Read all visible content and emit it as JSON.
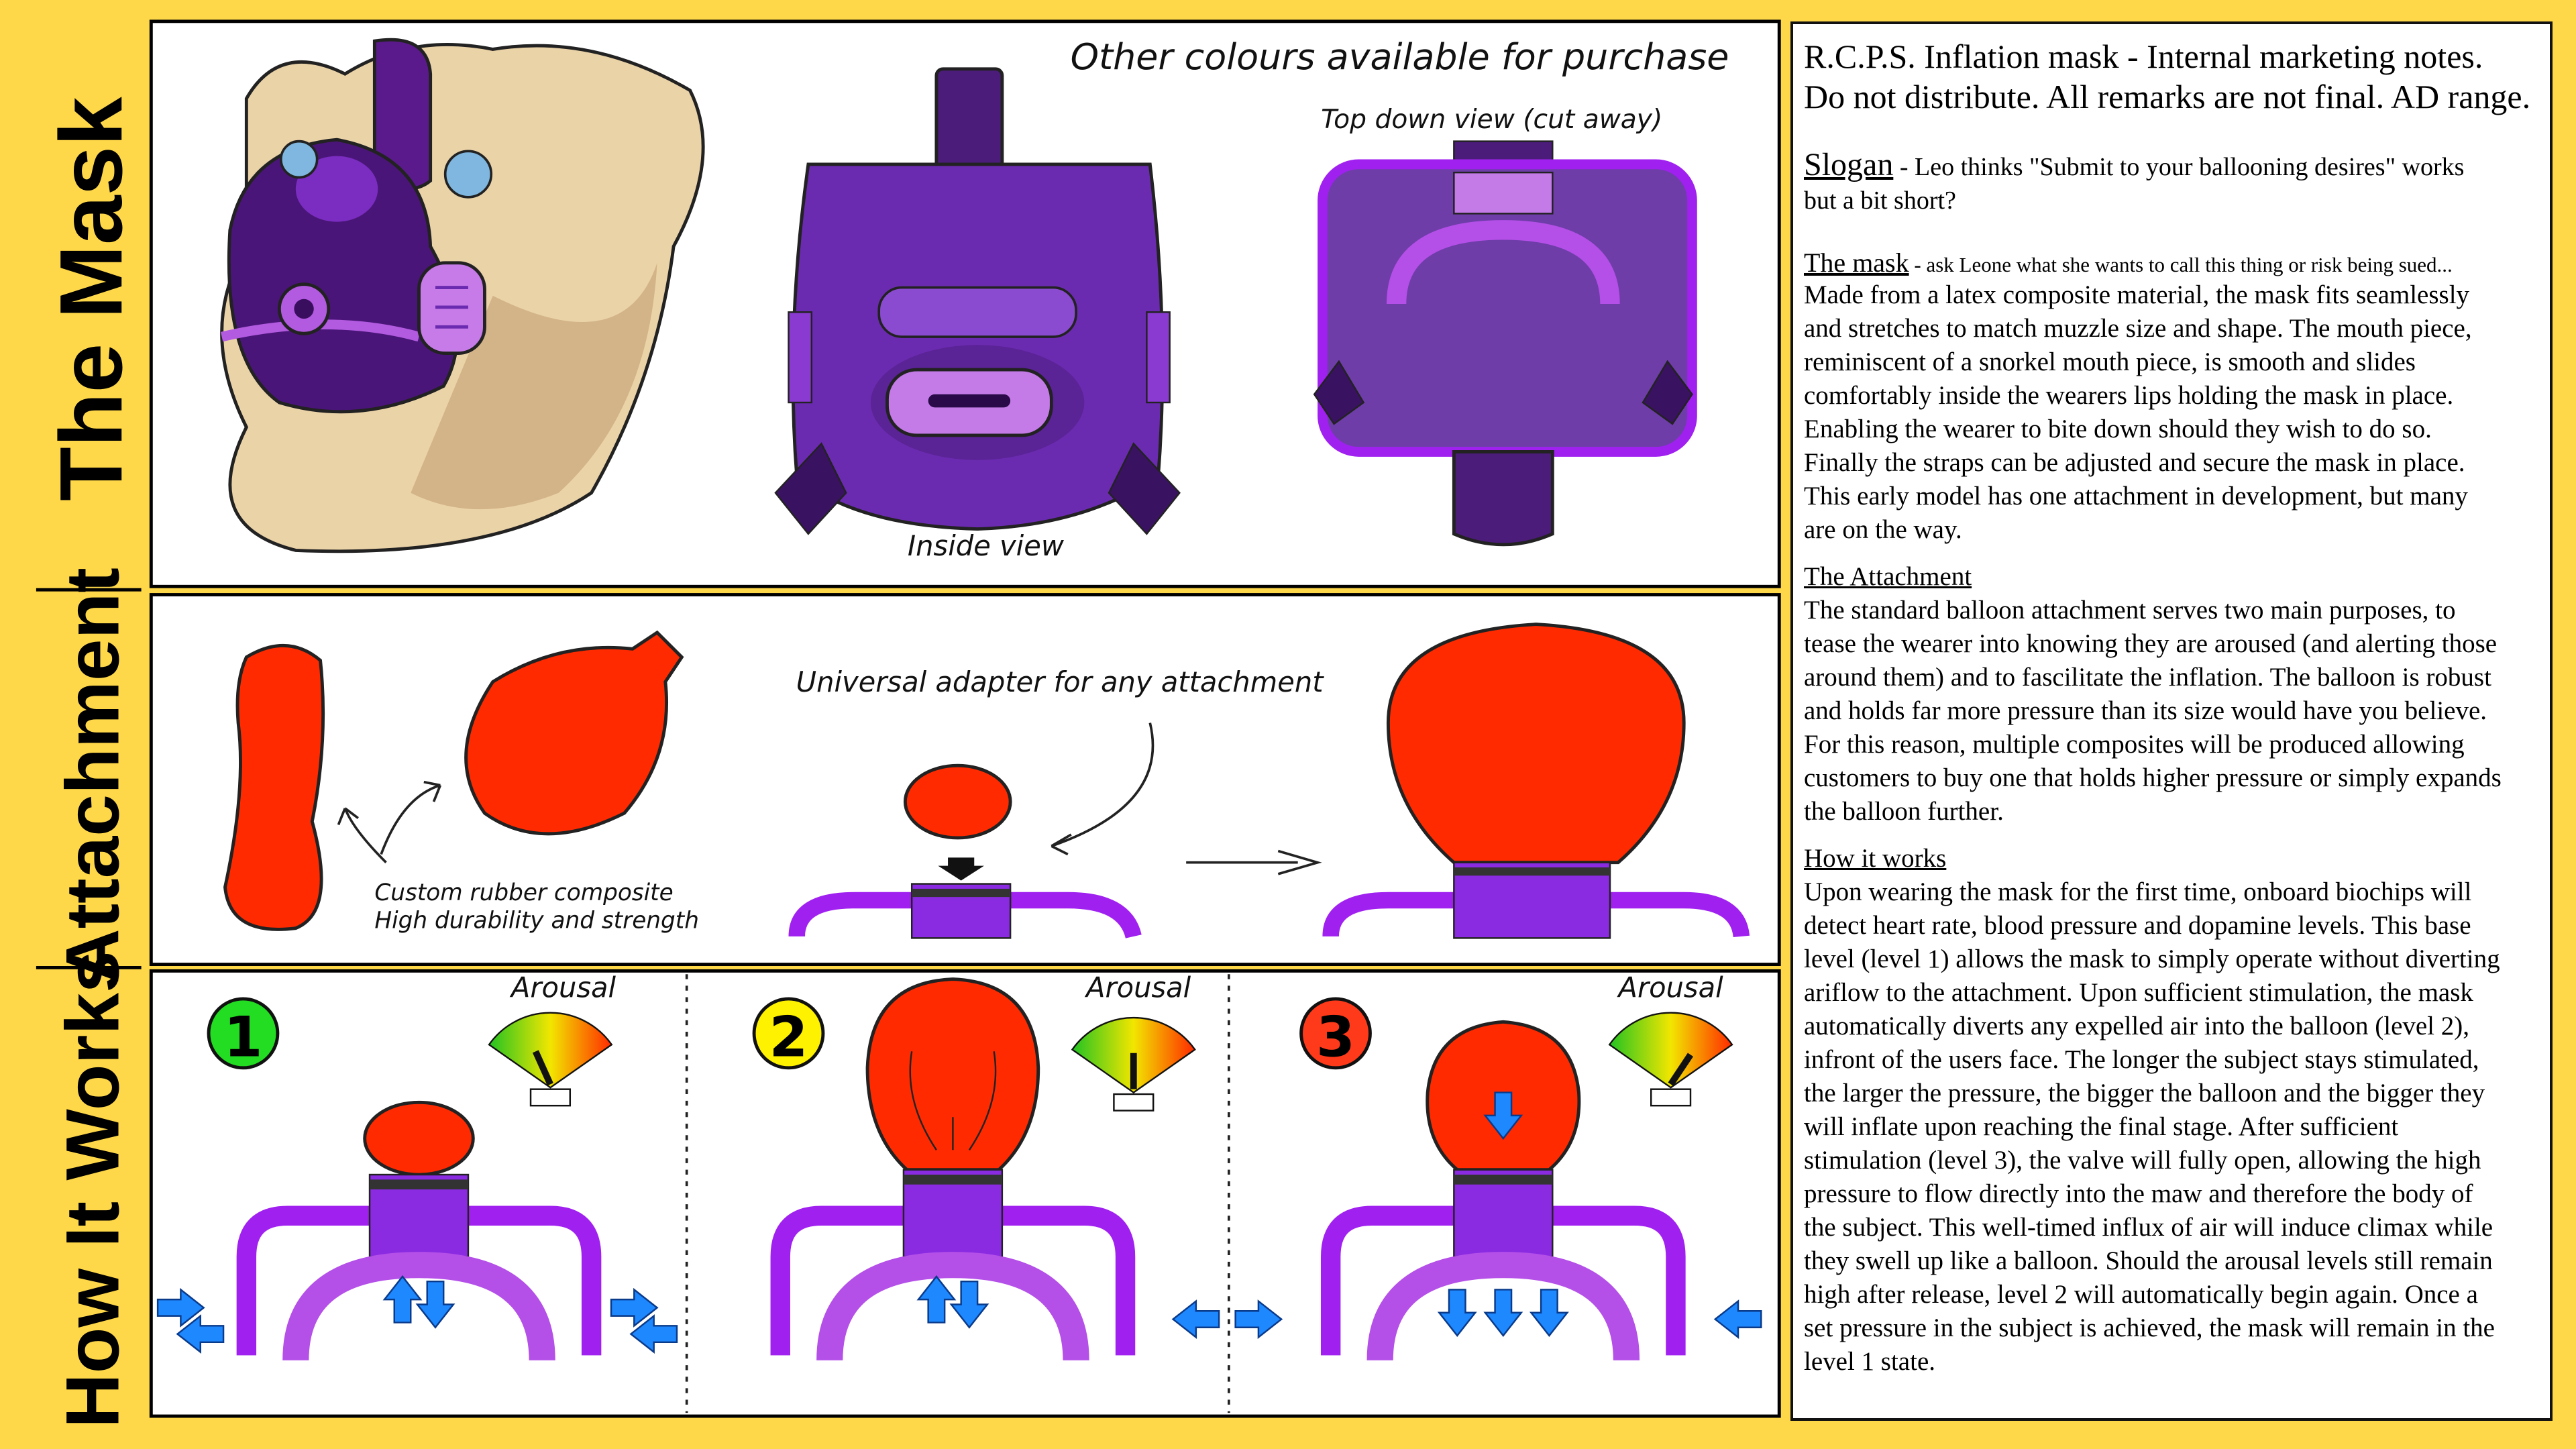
{
  "labels": {
    "mask": "The Mask",
    "attachment": "Attachment",
    "how": "How It Works"
  },
  "panel_mask": {
    "colours_note": "Other colours available for purchase",
    "top_view": "Top down view (cut away)",
    "inside_view": "Inside view"
  },
  "panel_attachment": {
    "material_line1": "Custom rubber composite",
    "material_line2": "High durability and strength",
    "adapter_note": "Universal adapter for any attachment"
  },
  "panel_how": {
    "stages": [
      {
        "number": "1",
        "gauge_label": "Arousal",
        "color": "#22DD22",
        "arousal_level": 0.2
      },
      {
        "number": "2",
        "gauge_label": "Arousal",
        "color": "#FFF200",
        "arousal_level": 0.55
      },
      {
        "number": "3",
        "gauge_label": "Arousal",
        "color": "#FF3A1A",
        "arousal_level": 0.8
      }
    ]
  },
  "notes": {
    "header": "R.C.P.S. Inflation mask - Internal marketing notes.\nDo not distribute. All remarks are not final. AD range.",
    "slogan_heading": "Slogan",
    "slogan_text": " - Leo thinks \"Submit to your ballooning desires\" works\nbut a bit short?",
    "mask_heading": "The mask",
    "mask_aside": " - ask Leone what she wants to call this thing or risk being sued...",
    "mask_body": "Made from a latex composite material, the mask fits seamlessly\nand stretches to match muzzle size and shape. The mouth piece,\nreminiscent of a snorkel mouth piece, is smooth and slides\ncomfortably inside the wearers lips holding the mask in place.\nEnabling the wearer to bite down should they wish to do so.\nFinally the straps can be adjusted and secure the mask in place.\nThis early model has one attachment in development, but many\nare on the way.",
    "attachment_heading": "The Attachment",
    "attachment_body": "The standard balloon attachment serves two main purposes, to\ntease the wearer into knowing they are aroused (and alerting those\naround them) and to fascilitate the inflation. The balloon is robust\nand holds far more pressure than its size would have you believe.\nFor this reason, multiple composites will be produced allowing\ncustomers to buy one that holds higher pressure or simply expands\nthe balloon further.",
    "how_heading": "How it works",
    "how_body": "Upon wearing the mask for the first time, onboard biochips will\ndetect heart rate, blood pressure and dopamine levels. This base\nlevel (level 1) allows the mask to simply operate without diverting\nariflow to the attachment. Upon sufficient stimulation, the mask\nautomatically diverts any expelled air into the balloon (level 2),\ninfront of the users face. The longer the subject stays stimulated,\nthe larger the pressure, the bigger the balloon and the bigger they\nwill inflate upon reaching the final stage. After sufficient\nstimulation (level 3), the valve will fully open, allowing the high\npressure to flow directly into the maw and therefore the body of\nthe subject. This well-timed influx of air will induce climax while\nthey swell up like a balloon. Should the arousal levels still remain\nhigh after release, level 2 will automatically begin again. Once a\nset pressure in the subject is achieved, the mask will remain in the\nlevel 1 state."
  },
  "colors": {
    "background": "#FFD84A",
    "latex": "#6B2BB0",
    "tube": "#A020F0",
    "balloon": "#FF2A00",
    "arrow": "#1E88FF"
  }
}
